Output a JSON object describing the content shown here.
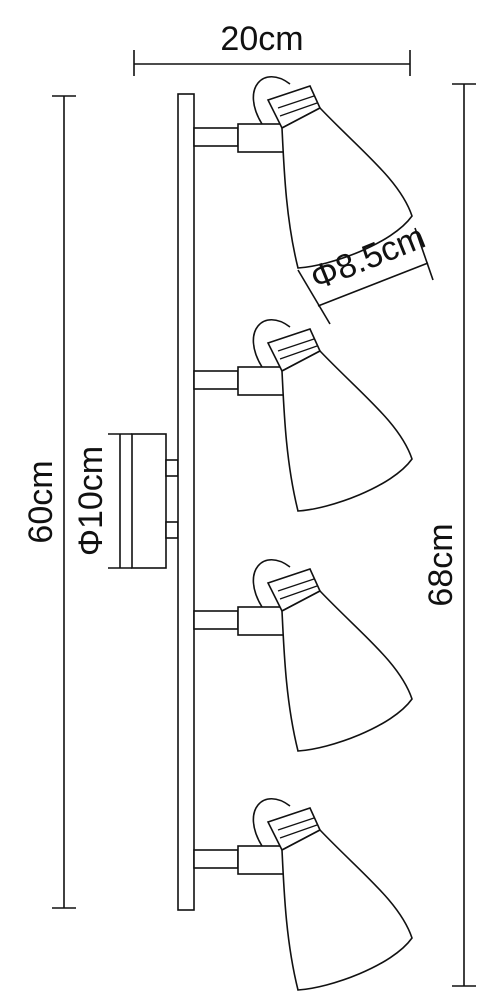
{
  "dimensions": {
    "width_label": "20cm",
    "shade_diameter_label": "Φ8.5cm",
    "base_diameter_label": "Φ10cm",
    "bar_length_label": "60cm",
    "total_height_label": "68cm"
  },
  "lamps": [
    {
      "id": 1
    },
    {
      "id": 2
    },
    {
      "id": 3
    },
    {
      "id": 4
    }
  ]
}
